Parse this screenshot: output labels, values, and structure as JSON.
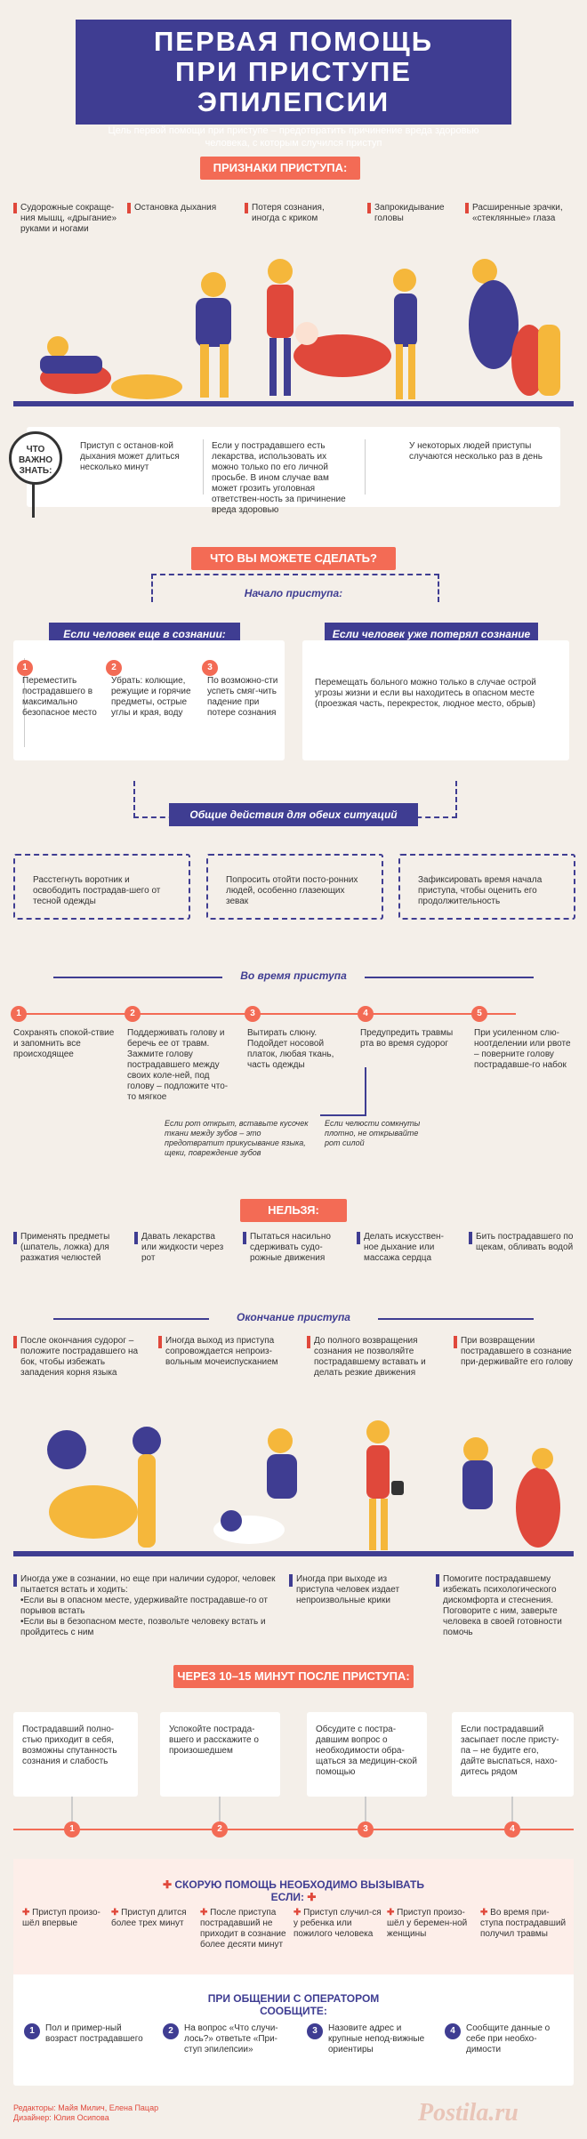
{
  "header": {
    "title": "ПЕРВАЯ ПОМОЩЬ\nПРИ ПРИСТУПЕ ЭПИЛЕПСИИ",
    "subtitle": "Цель первой помощи при приступе – предотвратить причинение вреда здоровью человека, с которым случился приступ"
  },
  "signs": {
    "title": "ПРИЗНАКИ ПРИСТУПА:",
    "items": [
      "Судорожные сокраще-ния мышц, «дрыгание» руками и ногами",
      "Остановка дыхания",
      "Потеря сознания, иногда с криком",
      "Запрокидывание головы",
      "Расширенные зрачки, «стеклянные» глаза"
    ]
  },
  "important": {
    "badge": "ЧТО ВАЖНО ЗНАТЬ:",
    "items": [
      "Приступ с останов-кой дыхания может длиться несколько минут",
      "Если у пострадавшего есть лекарства, использовать их можно только по его личной просьбе. В ином случае вам может грозить уголовная ответствен-ность за причинение вреда здоровью",
      "У некоторых людей приступы случаются несколько раз в день"
    ]
  },
  "what_can": {
    "title": "ЧТО ВЫ МОЖЕТЕ СДЕЛАТЬ?"
  },
  "start": {
    "title": "Начало приступа:",
    "conscious_title": "Если человек еще в сознании:",
    "conscious_steps": [
      {
        "n": "1",
        "text": "Переместить пострадавшего в максимально безопасное место"
      },
      {
        "n": "2",
        "text": "Убрать: колющие, режущие и горячие предметы, острые углы и края, воду"
      },
      {
        "n": "3",
        "text": "По возможно-сти успеть смяг-чить падение при потере сознания"
      }
    ],
    "unconscious_title": "Если человек уже потерял сознание",
    "unconscious_text": "Перемещать больного можно только в случае острой угрозы жизни и если вы находитесь в опасном месте (проезжая часть, перекресток, людное место, обрыв)"
  },
  "common": {
    "title": "Общие действия для обеих ситуаций",
    "items": [
      "Расстегнуть воротник и освободить пострадав-шего от тесной одежды",
      "Попросить отойти посто-ронних людей, особенно глазеющих зевак",
      "Зафиксировать время начала приступа, чтобы оценить его продолжительность"
    ]
  },
  "during": {
    "title": "Во время приступа",
    "steps": [
      {
        "n": "1",
        "text": "Сохранять спокой-ствие и запомнить все происходящее"
      },
      {
        "n": "2",
        "text": "Поддерживать голову и беречь ее от травм. Зажмите голову пострадавшего между своих коле-ней, под голову – подложите что-то мягкое"
      },
      {
        "n": "3",
        "text": "Вытирать слюну. Подойдет носовой платок, любая ткань, часть одежды"
      },
      {
        "n": "4",
        "text": "Предупредить травмы рта во время судорог"
      },
      {
        "n": "5",
        "text": "При усиленном слю-ноотделении или рвоте – поверните голову пострадавше-го набок"
      }
    ],
    "note_mouth_open": "Если рот открыт, вставьте кусочек ткани между зубов – это предотвратит прикусывание языка, щеки, повреждение зубов",
    "note_jaws_closed": "Если челюсти сомкнуты плотно, не открывайте рот силой"
  },
  "forbidden": {
    "title": "НЕЛЬЗЯ:",
    "items": [
      "Применять предметы (шпатель, ложка) для разжатия челюстей",
      "Давать лекарства или жидкости через рот",
      "Пытаться насильно сдерживать судо-рожные движения",
      "Делать искусствен-ное дыхание или массажа сердца",
      "Бить пострадавшего по щекам, обливать водой"
    ]
  },
  "end": {
    "title": "Окончание приступа",
    "items_top": [
      "После окончания судорог – положите пострадавшего на бок, чтобы избежать западения корня языка",
      "Иногда выход из приступа сопровождается непроиз-вольным мочеиспусканием",
      "До полного возвращения сознания не позволяйте пострадавшему вставать и делать резкие движения",
      "При возвращении пострадавшего в сознание при-держивайте его голову"
    ],
    "items_bottom": [
      "Иногда уже в сознании, но еще при наличии судорог, человек пытается встать и ходить:\n•Если вы в опасном месте, удерживайте пострадавше-го от порывов встать\n•Если вы в безопасном месте, позвольте человеку встать и пройдитесь с ним",
      "Иногда при выходе из приступа человек издает непроизвольные крики",
      "Помогите пострадавшему избежать психологического дискомфорта и стеснения. Поговорите с ним, заверьте человека в своей готовности помочь"
    ]
  },
  "after": {
    "title": "ЧЕРЕЗ 10–15 МИНУТ ПОСЛЕ ПРИСТУПА:",
    "steps": [
      {
        "n": "1",
        "text": "Пострадавший полно-стью приходит в себя, возможны спутанность сознания и слабость"
      },
      {
        "n": "2",
        "text": "Успокойте пострада-вшего и расскажите о произошедшем"
      },
      {
        "n": "3",
        "text": "Обсудите с постра-давшим вопрос о необходимости обра-щаться за медицин-ской помощью"
      },
      {
        "n": "4",
        "text": "Если пострадавший засыпает после присту-па – не будите его, дайте выспаться, нахо-дитесь рядом"
      }
    ]
  },
  "ambulance": {
    "title": "СКОРУЮ ПОМОЩЬ НЕОБХОДИМО ВЫЗЫВАТЬ ЕСЛИ:",
    "items": [
      "Приступ произо-шёл впервые",
      "Приступ длится более трех минут",
      "После приступа пострадавший не приходит в сознание более десяти минут",
      "Приступ случил-ся у ребенка или пожилого человека",
      "Приступ произо-шёл у беремен-ной женщины",
      "Во время при-ступа пострадавший получил травмы"
    ],
    "operator_title": "ПРИ ОБЩЕНИИ С ОПЕРАТОРОМ СООБЩИТЕ:",
    "operator_steps": [
      {
        "n": "1",
        "text": "Пол и пример-ный возраст пострадавшего"
      },
      {
        "n": "2",
        "text": "На вопрос «Что случи-лось?» ответьте «При-ступ эпилепсии»"
      },
      {
        "n": "3",
        "text": "Назовите адрес и крупные непод-вижные ориентиры"
      },
      {
        "n": "4",
        "text": "Сообщите данные о себе при необхо-димости"
      }
    ]
  },
  "credits": {
    "editors": "Редакторы: Майя Милич, Елена Пацар",
    "designer": "Дизайнер: Юлия Осипова",
    "watermark": "Postila.ru"
  },
  "colors": {
    "navy": "#3f3d92",
    "coral": "#f36b55",
    "red": "#e0483b",
    "yellow": "#f5b73b",
    "bg": "#f4efe9"
  }
}
